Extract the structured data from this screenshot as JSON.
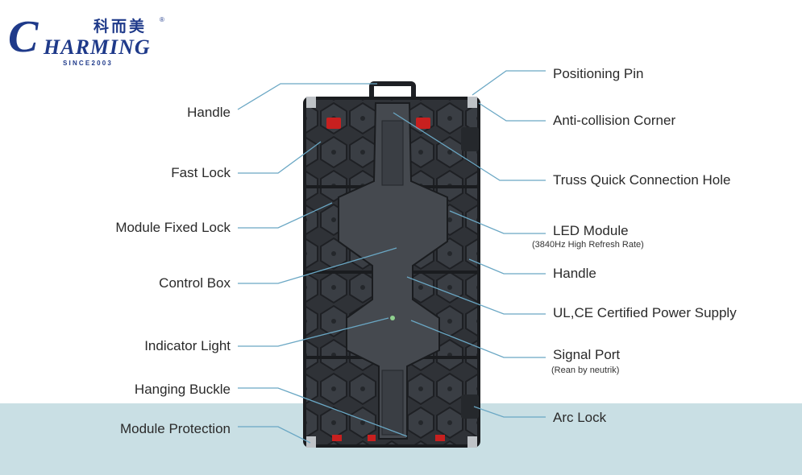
{
  "brand": {
    "chinese_name": "科而美",
    "registered": "®",
    "initial": "C",
    "word": "HARMING",
    "since": "SINCE2003"
  },
  "labels_left": [
    "Handle",
    "Fast Lock",
    "Module Fixed Lock",
    "Control Box",
    "Indicator Light",
    "Hanging Buckle",
    "Module Protection"
  ],
  "labels_right": [
    "Positioning Pin",
    "Anti-collision Corner",
    "Truss Quick Connection Hole",
    "LED Module",
    "Handle",
    "UL,CE  Certified Power Supply",
    "Signal Port",
    "Arc Lock"
  ],
  "sublabels": {
    "led_module": "(3840Hz High Refresh Rate)",
    "signal_port": "(Rean by neutrik)"
  },
  "colors": {
    "brand_blue": "#1f3a8a",
    "leader_line": "#6aa7c4",
    "band": "#c9dfe4",
    "cabinet": "#2b2e33",
    "lock_red": "#c8201f"
  }
}
